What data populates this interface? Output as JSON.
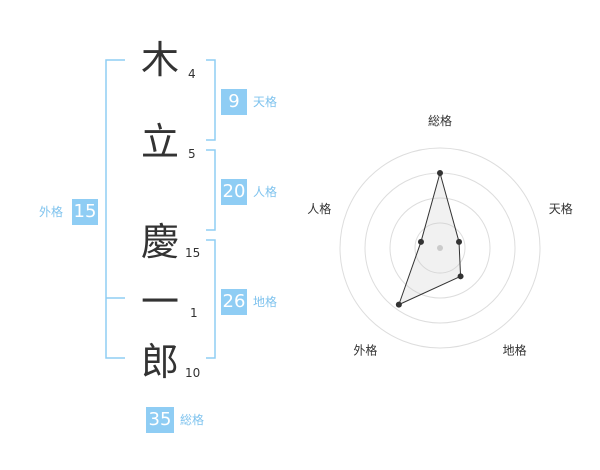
{
  "colors": {
    "accent": "#8fcdf4",
    "accent_text": "#7fc3ee",
    "bracket": "#8fcdf4",
    "text": "#333333",
    "ring": "#dddddd"
  },
  "name": {
    "chars": [
      {
        "char": "木",
        "strokes": "4"
      },
      {
        "char": "立",
        "strokes": "5"
      },
      {
        "char": "慶",
        "strokes": "15"
      },
      {
        "char": "一",
        "strokes": "1"
      },
      {
        "char": "郎",
        "strokes": "10"
      }
    ]
  },
  "fortunes": {
    "tenkaku": {
      "value": "9",
      "label": "天格"
    },
    "jinkaku": {
      "value": "20",
      "label": "人格"
    },
    "chikaku": {
      "value": "26",
      "label": "地格"
    },
    "gaikaku": {
      "value": "15",
      "label": "外格"
    },
    "soukaku": {
      "value": "35",
      "label": "総格"
    }
  },
  "chart_data": {
    "type": "radar",
    "axes": [
      "総格",
      "天格",
      "地格",
      "外格",
      "人格"
    ],
    "values": [
      0.75,
      0.2,
      0.35,
      0.7,
      0.2
    ],
    "rings": 4
  }
}
